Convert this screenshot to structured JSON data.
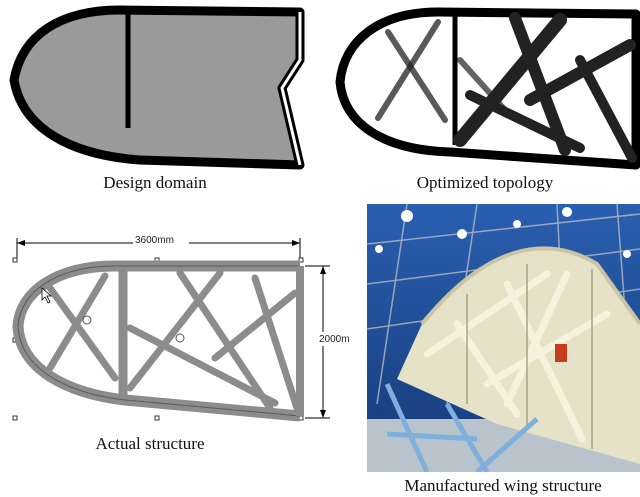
{
  "captions": {
    "design_domain": "Design domain",
    "optimized_topology": "Optimized topology",
    "actual_structure": "Actual structure",
    "manufactured": "Manufactured wing structure"
  },
  "dimensions": {
    "width_label": "3600mm",
    "height_label": "2000mm"
  },
  "colors": {
    "domain_fill": "#9a9a9a",
    "outline": "#000000",
    "structure_fill": "#8c8c8c",
    "photo_sky": "#1f4f9a"
  }
}
